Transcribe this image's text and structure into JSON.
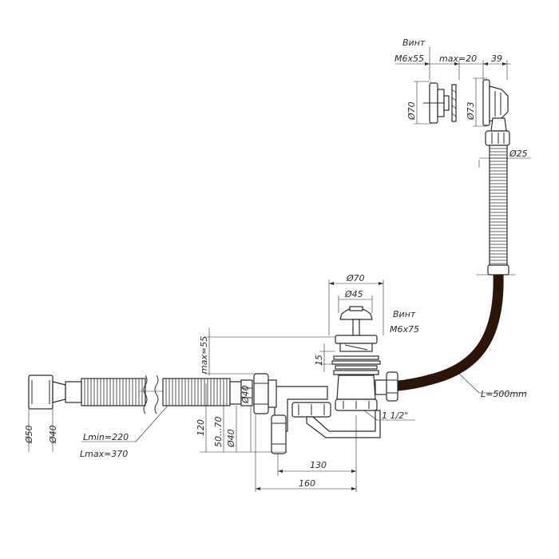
{
  "overflow": {
    "screw_word": "Винт",
    "screw_size": "M6x55",
    "max_gap": "max=20",
    "depth": "39",
    "dia_cover": "Ø70",
    "dia_flange": "Ø73",
    "dia_hose": "Ø25"
  },
  "drain": {
    "dia_outer": "Ø70",
    "dia_inner": "Ø45",
    "screw_word": "Винт",
    "screw_size": "M6x75",
    "height_max": "max=55",
    "step": "15",
    "thread": "1 1/2\""
  },
  "hose": {
    "length": "L=500mm"
  },
  "outlet": {
    "dia_50": "Ø50",
    "dia_40": "Ø40",
    "lmin": "Lmin=220",
    "lmax": "Lmax=370",
    "h120": "120",
    "h50_70": "50...70",
    "dia_40b": "Ø40",
    "dia_40c": "Ø40",
    "w130": "130",
    "w160": "160"
  }
}
